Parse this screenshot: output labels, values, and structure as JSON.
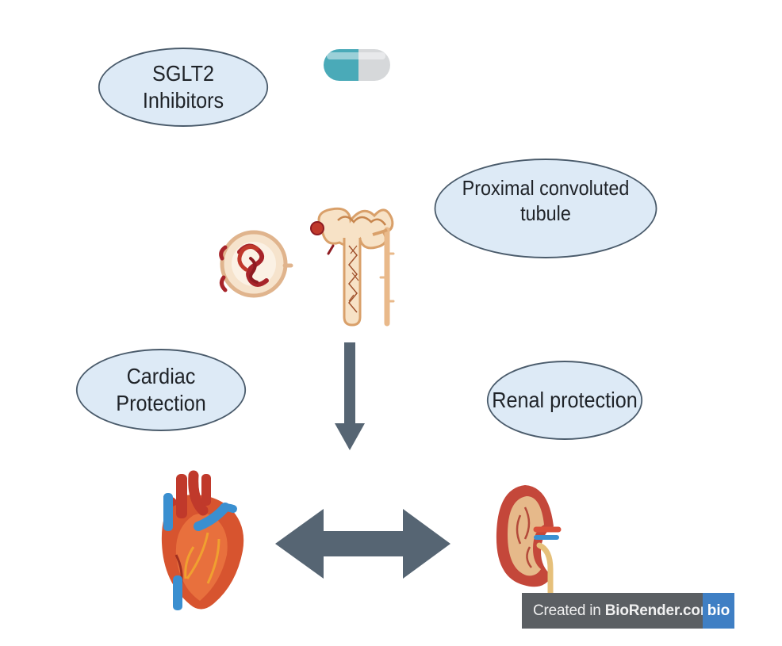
{
  "labels": {
    "sglt2": {
      "line1": "SGLT2",
      "line2": "Inhibitors"
    },
    "proximal": {
      "line1": "Proximal convoluted tubule"
    },
    "cardiac": {
      "line1": "Cardiac",
      "line2": "Protection"
    },
    "renal": {
      "line1": "Renal protection"
    }
  },
  "watermark": {
    "prefix": "Created in ",
    "brand": "BioRender.com",
    "logo": "bio"
  },
  "icons": [
    "capsule-icon",
    "glomerulus-icon",
    "nephron-tubule-icon",
    "heart-icon",
    "kidney-icon"
  ],
  "colors": {
    "oval_fill": "#ddeaf6",
    "oval_border": "#4a5b6b",
    "arrow": "#566573",
    "capsule_teal": "#4aaab8",
    "capsule_grey": "#d6d8da"
  }
}
